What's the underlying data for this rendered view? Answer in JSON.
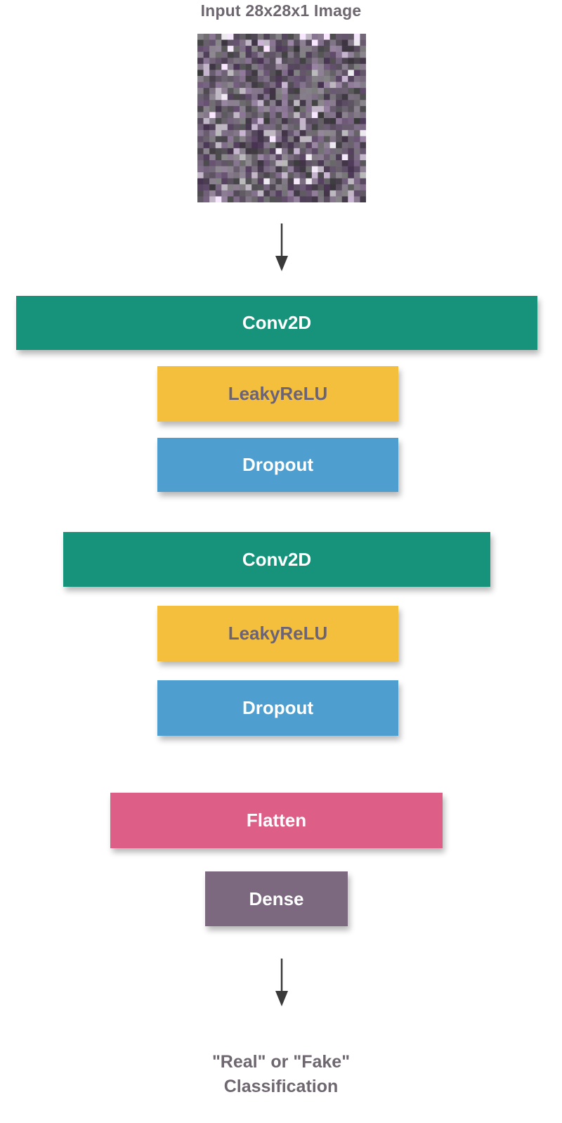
{
  "input": {
    "title": "Input 28x28x1 Image",
    "image_icon": "noise-image"
  },
  "colors": {
    "conv2d": "#16937a",
    "leakyrelu": "#f4bf3c",
    "dropout": "#4e9fcf",
    "flatten": "#dd5e86",
    "dense": "#7c687f",
    "text": "#6e6770"
  },
  "layers": [
    {
      "label": "Conv2D"
    },
    {
      "label": "LeakyReLU"
    },
    {
      "label": "Dropout"
    },
    {
      "label": "Conv2D"
    },
    {
      "label": "LeakyReLU"
    },
    {
      "label": "Dropout"
    },
    {
      "label": "Flatten"
    },
    {
      "label": "Dense"
    }
  ],
  "output": {
    "line1": "\"Real\" or \"Fake\"",
    "line2": "Classification"
  }
}
